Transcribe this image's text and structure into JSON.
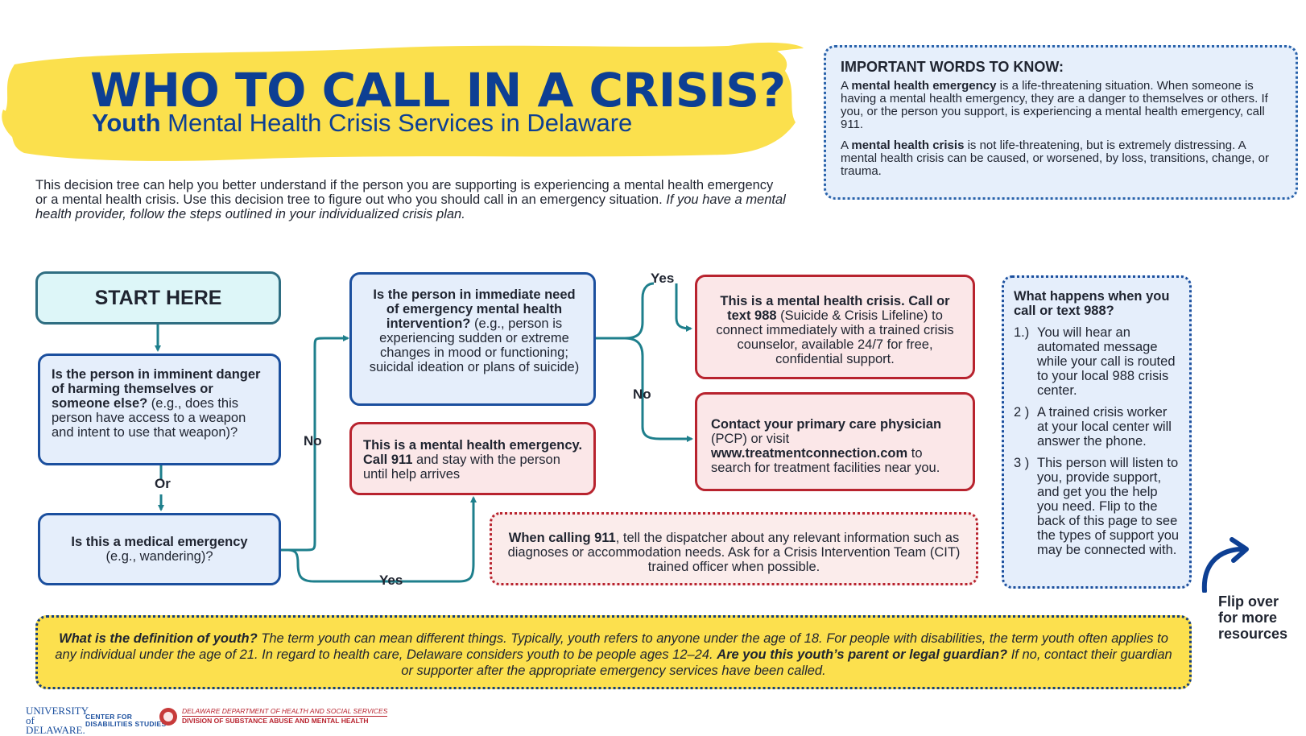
{
  "header": {
    "title": "WHO TO CALL IN A CRISIS?",
    "subtitle_bold": "Youth",
    "subtitle_rest": " Mental Health Crisis Services in Delaware"
  },
  "intro": {
    "text": "This decision tree can help you better understand if the person you are supporting is experiencing a mental health emergency or a mental health crisis. Use this decision tree to figure out who you should call in an emergency situation. ",
    "italic": "If you have a mental health provider, follow the steps outlined in your individualized crisis plan."
  },
  "words": {
    "heading": "IMPORTANT WORDS TO KNOW:",
    "p1_a": "A ",
    "p1_term": "mental health emergency",
    "p1_rest": " is a life-threatening situation. When someone is having a mental health emergency, they are a danger to themselves or others. If you, or the person you support, is experiencing a mental health emergency, call 911.",
    "p2_a": "A ",
    "p2_term": "mental health crisis",
    "p2_rest": " is not life-threatening, but is extremely distressing. A mental health crisis can be caused, or worsened, by loss, transitions, change, or trauma."
  },
  "flow": {
    "start": "START HERE",
    "q1_bold": "Is the person in imminent danger of harming themselves or someone else?",
    "q1_rest": " (e.g., does this person have access to a weapon and intent to use that weapon)?",
    "or_label": "Or",
    "q2_bold": "Is this a medical emergency",
    "q2_rest": "(e.g., wandering)?",
    "no_label_1": "No",
    "yes_label_1": "Yes",
    "q3_bold": "Is the person in immediate need of emergency mental health intervention?",
    "q3_rest": " (e.g., person is experiencing sudden or extreme changes in mood or functioning; suicidal ideation or plans of suicide)",
    "emergency_bold": "This is a mental health emergency. Call 911",
    "emergency_rest": " and stay with the person until help arrives",
    "yes_label_2": "Yes",
    "no_label_2": "No",
    "crisis_bold": "This is a mental health crisis. Call or text 988",
    "crisis_rest": " (Suicide & Crisis Lifeline) to connect immediately with a trained crisis counselor, available 24/7 for free, confidential support.",
    "pcp_bold": "Contact your primary care physician",
    "pcp_mid": " (PCP) or visit ",
    "pcp_link": "www.treatmentconnection.com",
    "pcp_rest": " to search for treatment facilities near you.",
    "call911_bold": "When calling 911",
    "call911_rest": ", tell the dispatcher about any relevant information such as diagnoses or accommodation needs. Ask for a Crisis Intervention Team (CIT) trained officer when possible."
  },
  "what_happens": {
    "heading": "What happens when you call or text 988?",
    "steps": [
      {
        "num": "1.)",
        "text": "You will hear an automated message while your call is routed to your local 988 crisis center."
      },
      {
        "num": "2 )",
        "text": "A trained crisis worker at your local center will answer the phone."
      },
      {
        "num": "3 )",
        "text": "This person will listen to you, provide support, and get you the help you need. Flip to the back of this page to see the types of support you may be connected with."
      }
    ]
  },
  "flip": {
    "line1": "Flip over",
    "line2": "for more",
    "line3": "resources"
  },
  "youth": {
    "q1": "What is the definition of youth?",
    "t1": " The term youth can mean different things. Typically, youth refers to anyone under the age of 18. For people with disabilities, the term youth often applies to any individual under the age of 21. In regard to health care, Delaware considers youth to be people ages 12–24. ",
    "q2": "Are you this youth’s parent or legal guardian?",
    "t2": " If no, contact their guardian or supporter after the appropriate emergency services have been called."
  },
  "logos": {
    "ud": "UNIVERSITY of DELAWARE.",
    "cds_1": "CENTER FOR",
    "cds_2": "DISABILITIES STUDIES",
    "dhss_1": "DELAWARE DEPARTMENT OF HEALTH AND SOCIAL SERVICES",
    "dhss_2": "DIVISION OF SUBSTANCE ABUSE AND MENTAL HEALTH"
  },
  "colors": {
    "navy": "#0d3f93",
    "highlight_yellow": "#fbe04d",
    "connector_teal": "#1e7f8c",
    "alert_red": "#b8232e",
    "question_blue_fill": "#e5eefb"
  }
}
